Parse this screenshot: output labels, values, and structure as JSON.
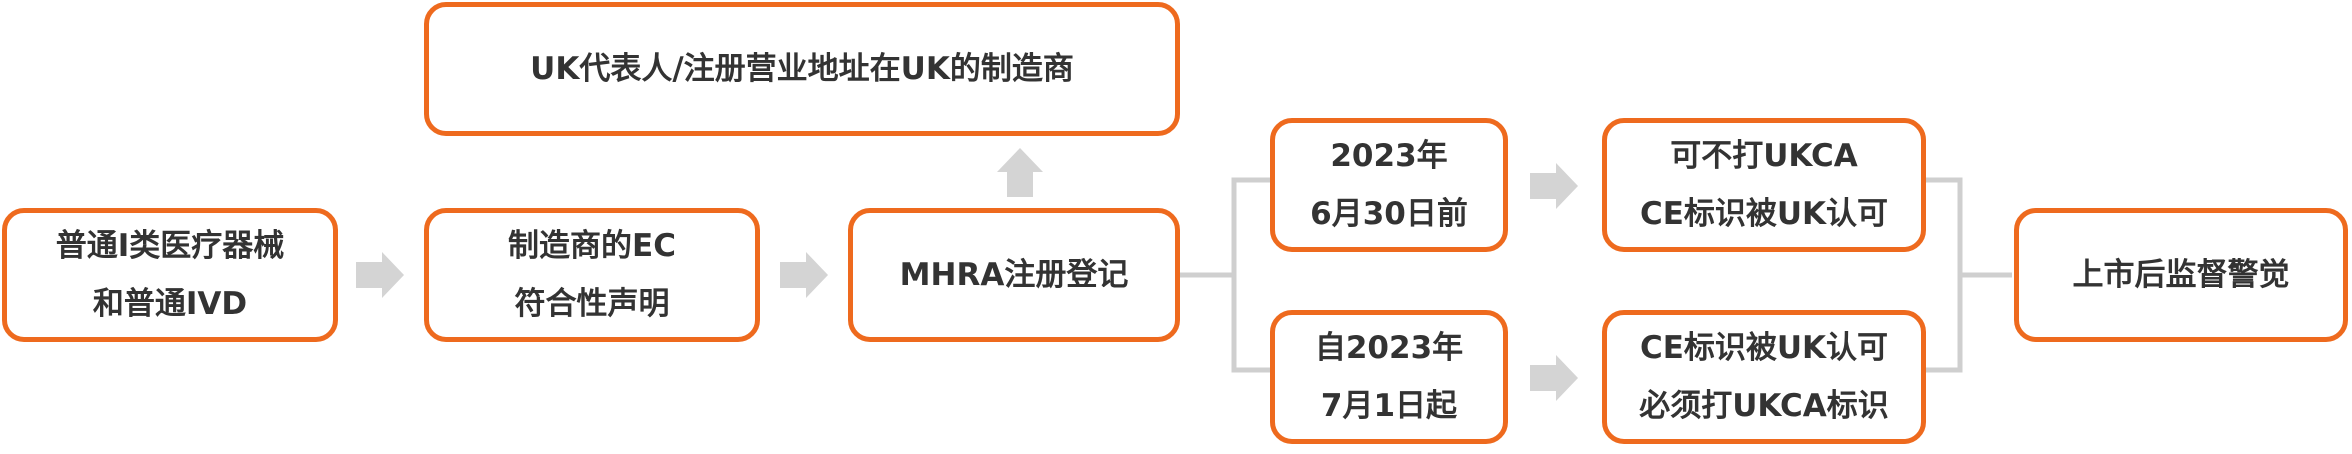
{
  "colors": {
    "box_border": "#EE6A1E",
    "arrow": "#D4D4D4",
    "line": "#CFCFCF",
    "text": "#333333"
  },
  "nodes": {
    "device_class": {
      "line1": "普通I类医疗器械",
      "line2": "和普通IVD"
    },
    "conformity": {
      "line1": "制造商的EC",
      "line2": "符合性声明"
    },
    "uk_representative": {
      "line1": "UK代表人/注册营业地址在UK的制造商"
    },
    "mhra": {
      "line1": "MHRA注册登记"
    },
    "before_date": {
      "line1": "2023年",
      "line2": "6月30日前"
    },
    "after_date": {
      "line1": "自2023年",
      "line2": "7月1日起"
    },
    "option_before": {
      "line1": "可不打UKCA",
      "line2": "CE标识被UK认可"
    },
    "option_after": {
      "line1": "CE标识被UK认可",
      "line2": "必须打UKCA标识"
    },
    "post_market": {
      "line1": "上市后监督警觉"
    }
  }
}
